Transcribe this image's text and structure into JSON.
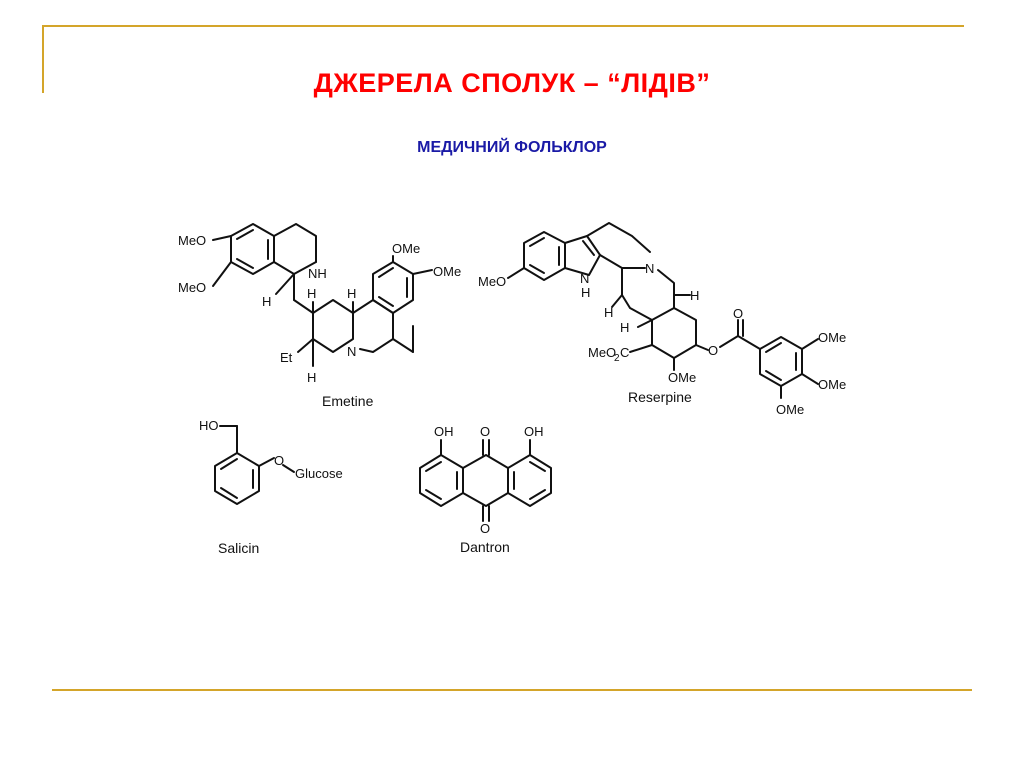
{
  "slide": {
    "title": "ДЖЕРЕЛА СПОЛУК – “ЛІДІВ”",
    "subtitle": "МЕДИЧНИЙ ФОЛЬКЛОР",
    "accent_color": "#d4a52a",
    "title_color": "#ff0000",
    "subtitle_color": "#1a1aa6"
  },
  "structures": {
    "emetine": {
      "name": "Emetine",
      "labels": {
        "meo1": "MeO",
        "meo2": "MeO",
        "nh": "NH",
        "h1": "H",
        "h2": "H",
        "h3": "H",
        "h4": "H",
        "et": "Et",
        "n": "N",
        "ome1": "OMe",
        "ome2": "OMe"
      }
    },
    "reserpine": {
      "name": "Reserpine",
      "labels": {
        "meo": "MeO",
        "nh": "N",
        "h_nh": "H",
        "h1": "H",
        "h2": "H",
        "h3": "H",
        "n": "N",
        "meo2c": "MeO",
        "sub2": "2",
        "c": "C",
        "ome_ring": "OMe",
        "o_ester": "O",
        "o_carbonyl": "O",
        "ome1": "OMe",
        "ome2": "OMe",
        "ome3": "OMe"
      }
    },
    "salicin": {
      "name": "Salicin",
      "labels": {
        "ho": "HO",
        "o": "O",
        "glucose": "Glucose"
      }
    },
    "dantron": {
      "name": "Dantron",
      "labels": {
        "oh1": "OH",
        "oh2": "OH",
        "o_top": "O",
        "o_bottom": "O"
      }
    }
  }
}
